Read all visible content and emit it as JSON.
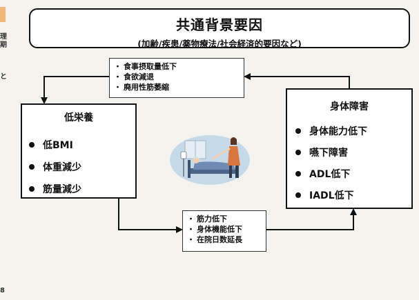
{
  "top_box": {
    "title": "共通背景要因",
    "subtitle": "(加齢/疾患/薬物療法/社会経済的要因など)"
  },
  "cause_list": [
    "食事摂取量低下",
    "食欲減退",
    "廃用性筋萎縮"
  ],
  "malnutrition": {
    "title": "低栄養",
    "items": [
      "低BMI",
      "体重減少",
      "筋量減少"
    ]
  },
  "disability": {
    "title": "身体障害",
    "items": [
      "身体能力低下",
      "嚥下障害",
      "ADL低下",
      "IADL低下"
    ]
  },
  "effect_list": [
    "筋力低下",
    "身体機能低下",
    "在院日数延長"
  ],
  "left_edge": {
    "line1": "理",
    "line2": "期",
    "line3": "と",
    "page": "8"
  },
  "colors": {
    "tab_accent": "#f0b779",
    "illustration_bg": "#c5d9e8",
    "bed_color": "#4b6489",
    "nurse_outfit": "#d8763f"
  },
  "illustration": "nurse caring for elderly patient in bed"
}
